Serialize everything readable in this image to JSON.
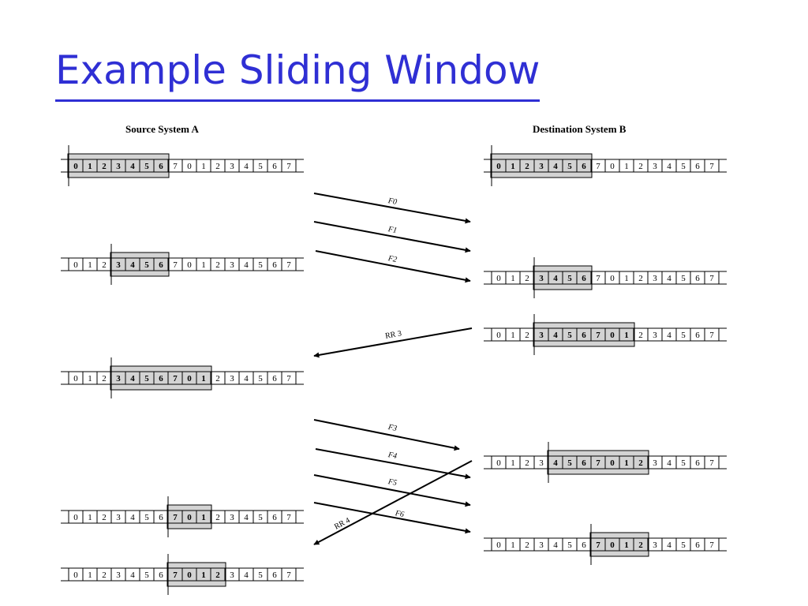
{
  "title": "Example Sliding Window",
  "source_header": "Source System A",
  "dest_header": "Destination System B",
  "cells": [
    "0",
    "1",
    "2",
    "3",
    "4",
    "5",
    "6",
    "7",
    "0",
    "1",
    "2",
    "3",
    "4",
    "5",
    "6",
    "7"
  ],
  "source_rows": [
    {
      "window_start": 0,
      "window_end": 6
    },
    {
      "window_start": 3,
      "window_end": 6
    },
    {
      "window_start": 3,
      "window_end": 9
    },
    {
      "window_start": 7,
      "window_end": 9
    },
    {
      "window_start": 7,
      "window_end": 10
    }
  ],
  "dest_rows": [
    {
      "window_start": 0,
      "window_end": 6
    },
    {
      "window_start": 3,
      "window_end": 6
    },
    {
      "window_start": 3,
      "window_end": 9
    },
    {
      "window_start": 4,
      "window_end": 10
    },
    {
      "window_start": 7,
      "window_end": 10
    }
  ],
  "messages": [
    {
      "label": "F0",
      "direction": "A-to-B"
    },
    {
      "label": "F1",
      "direction": "A-to-B"
    },
    {
      "label": "F2",
      "direction": "A-to-B"
    },
    {
      "label": "RR 3",
      "direction": "B-to-A"
    },
    {
      "label": "F3",
      "direction": "A-to-B"
    },
    {
      "label": "F4",
      "direction": "A-to-B"
    },
    {
      "label": "F5",
      "direction": "A-to-B"
    },
    {
      "label": "F6",
      "direction": "A-to-B"
    },
    {
      "label": "RR 4",
      "direction": "B-to-A"
    }
  ],
  "colors": {
    "title": "#2f2fd4",
    "window_fill": "#d3d3d3",
    "line": "#000000"
  }
}
